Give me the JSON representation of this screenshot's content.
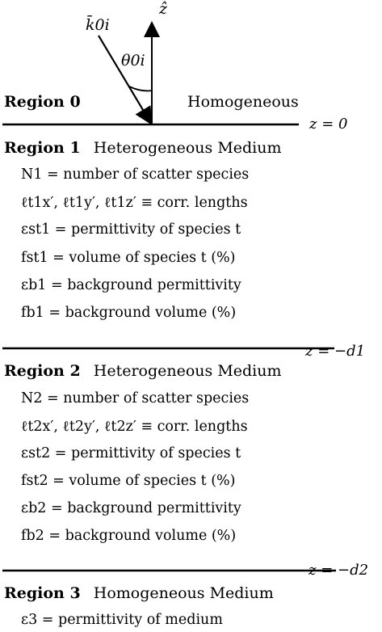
{
  "incident": {
    "wave_vector": "k̄0i",
    "angle": "θ0i",
    "z_axis": "ẑ"
  },
  "regions": [
    {
      "id": "0",
      "title": "Region 0",
      "medium": "Homogeneous",
      "boundary_below": "z = 0",
      "lines": []
    },
    {
      "id": "1",
      "title": "Region 1",
      "medium": "Heterogeneous Medium",
      "boundary_below": "z = −d1",
      "lines": [
        "N1 = number of scatter species",
        "ℓt1x′, ℓt1y′, ℓt1z′ ≡ corr. lengths",
        "εst1 = permittivity of species t",
        "fst1 = volume of species t (%)",
        "εb1 = background permittivity",
        "fb1 = background volume (%)"
      ]
    },
    {
      "id": "2",
      "title": "Region 2",
      "medium": "Heterogeneous Medium",
      "boundary_below": "z = −d2",
      "lines": [
        "N2 = number of scatter species",
        "ℓt2x′, ℓt2y′, ℓt2z′ ≡ corr. lengths",
        "εst2 = permittivity of species t",
        "fst2 = volume of species t (%)",
        "εb2 = background permittivity",
        "fb2 = background volume (%)"
      ]
    },
    {
      "id": "3",
      "title": "Region 3",
      "medium": "Homogeneous Medium",
      "boundary_below": "",
      "lines": [
        "ε3 = permittivity of medium"
      ]
    }
  ]
}
